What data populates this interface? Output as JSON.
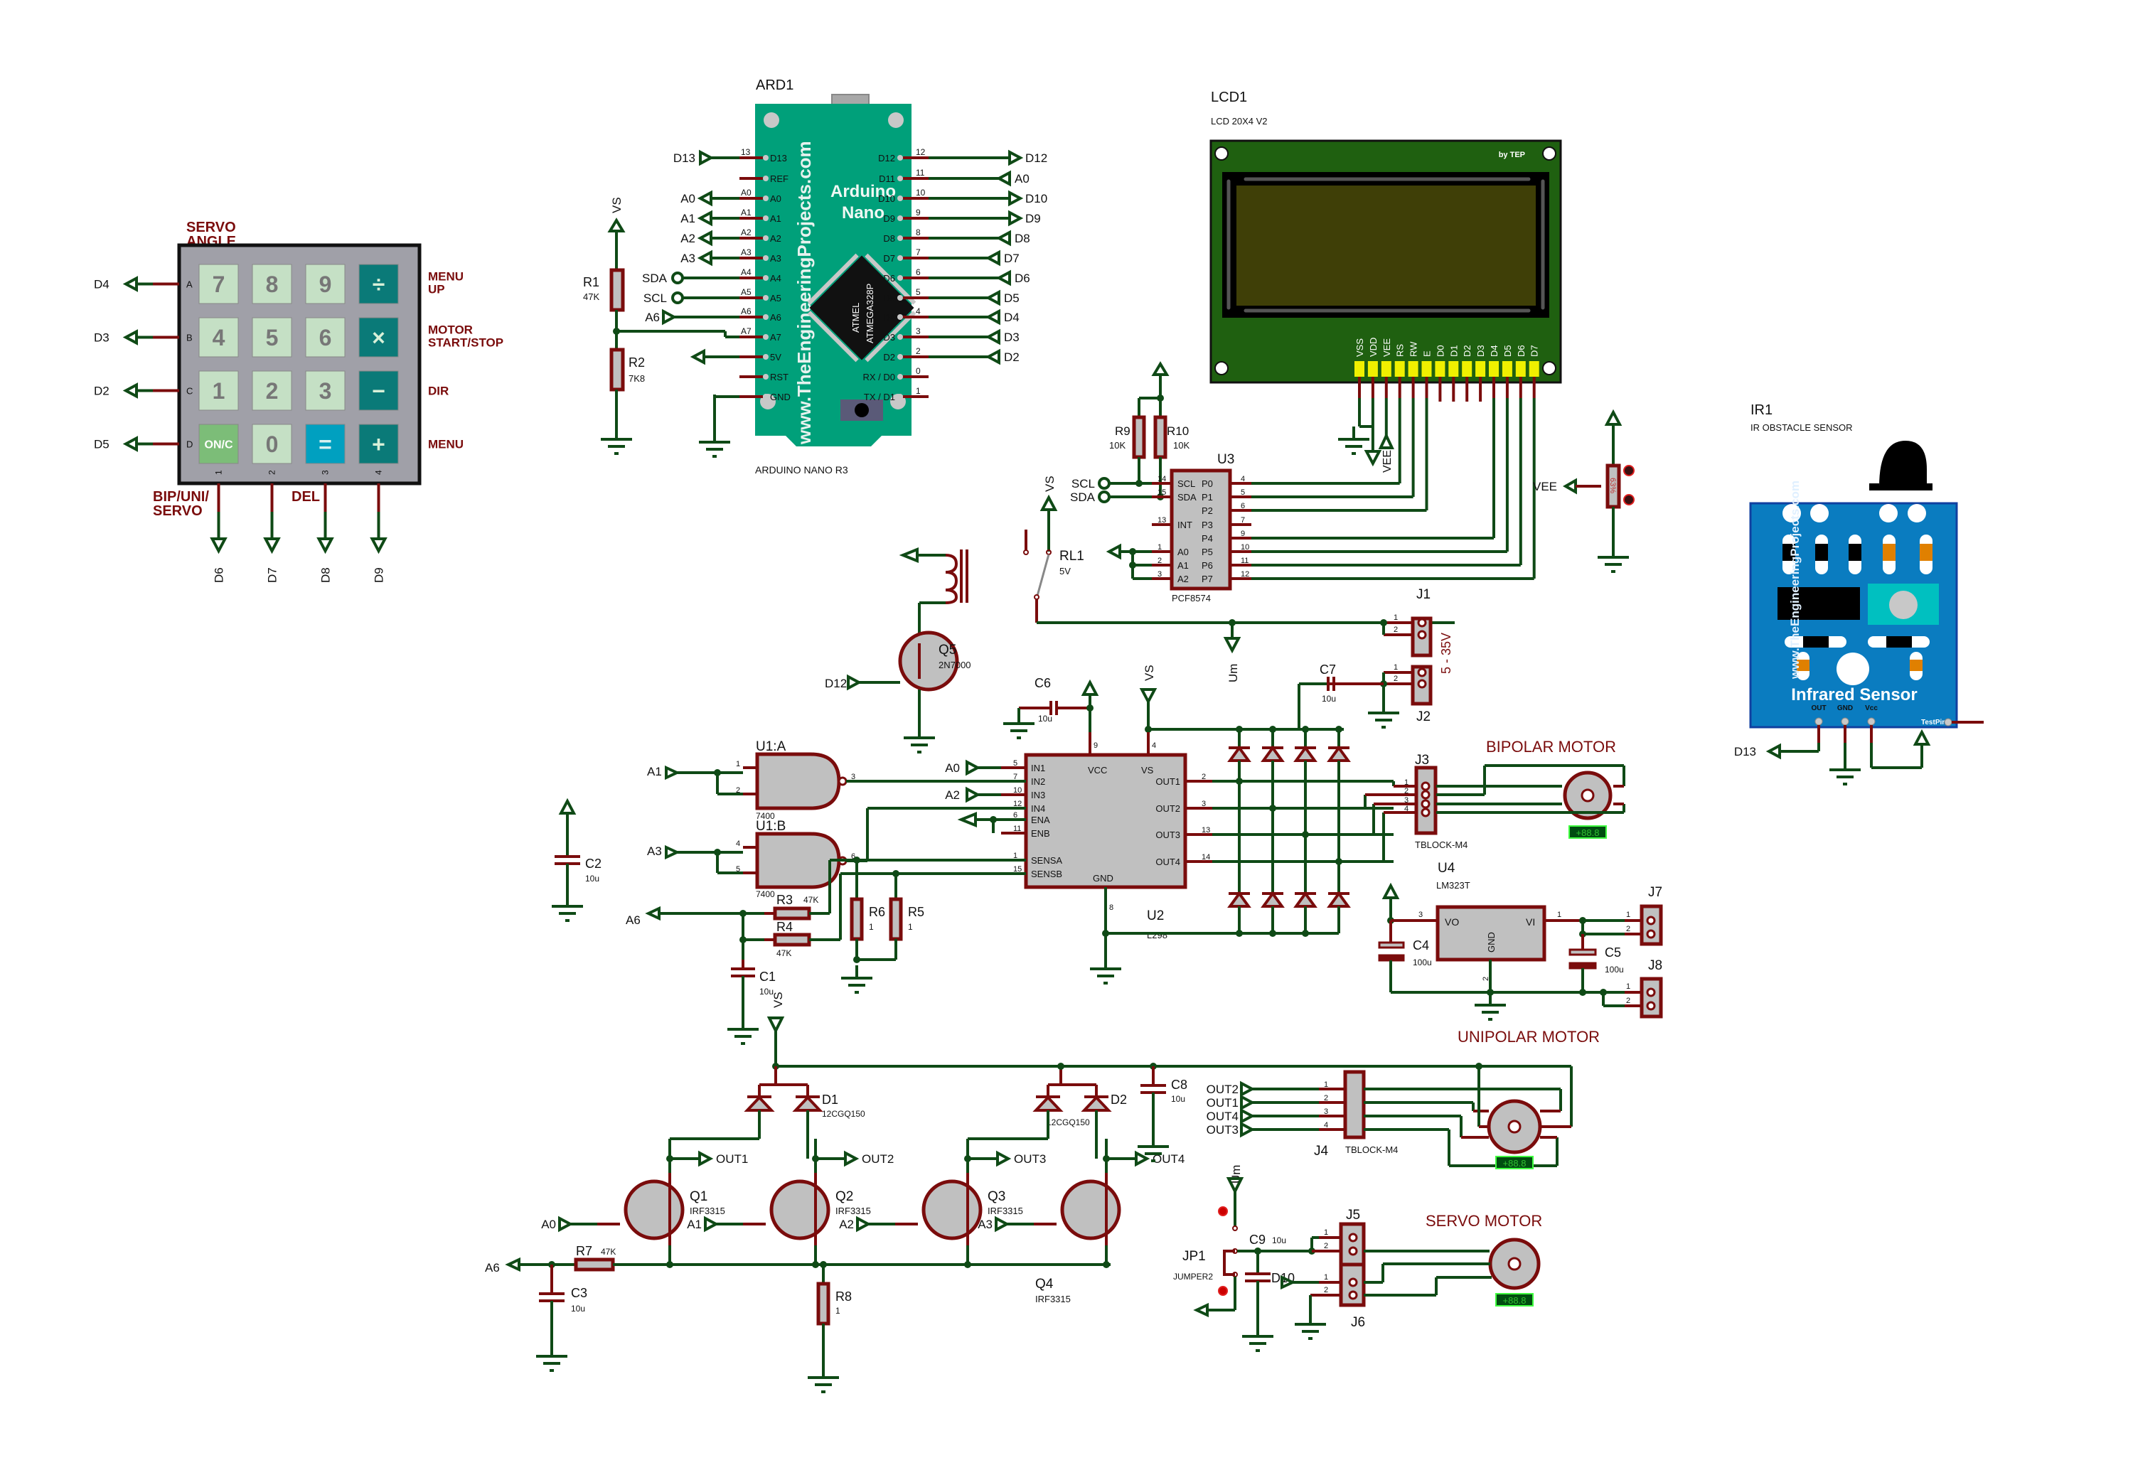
{
  "keypad": {
    "title_line1": "SERVO",
    "title_line2": "ANGLE",
    "rows": [
      "A",
      "B",
      "C",
      "D"
    ],
    "cols": [
      "1",
      "2",
      "3",
      "4"
    ],
    "keys": [
      [
        "7",
        "8",
        "9",
        "÷"
      ],
      [
        "4",
        "5",
        "6",
        "×"
      ],
      [
        "1",
        "2",
        "3",
        "−"
      ],
      [
        "ON/C",
        "0",
        "=",
        "+"
      ]
    ],
    "row_nets": [
      "D4",
      "D3",
      "D2",
      "D5"
    ],
    "col_nets": [
      "D6",
      "D7",
      "D8",
      "D9"
    ],
    "labels_right": [
      [
        "MENU",
        "UP"
      ],
      [
        "MOTOR",
        "START/STOP"
      ],
      [
        "DIR",
        ""
      ],
      [
        "MENU",
        ""
      ]
    ],
    "label_bip_1": "BIP/UNI/",
    "label_bip_2": "SERVO",
    "label_del": "DEL",
    "colors": {
      "key_light": "#c5e0c5",
      "key_dark": "#0a7a78",
      "key_green": "#7cbd78",
      "key_blue": "#00a0c0",
      "body": "#a0a0a8"
    }
  },
  "arduino": {
    "ref": "ARD1",
    "name_line1": "Arduino",
    "name_line2": "Nano",
    "model": "ARDUINO NANO R3",
    "watermark": "www.TheEngineeringProjects.com",
    "chip_line1": "ATMEL",
    "chip_line2": "ATMEGA328P",
    "left_pins": [
      {
        "pin": "D13",
        "num": "13",
        "net": "D13"
      },
      {
        "pin": "REF",
        "num": "",
        "net": ""
      },
      {
        "pin": "A0",
        "num": "A0",
        "net": "A0"
      },
      {
        "pin": "A1",
        "num": "A1",
        "net": "A1"
      },
      {
        "pin": "A2",
        "num": "A2",
        "net": "A2"
      },
      {
        "pin": "A3",
        "num": "A3",
        "net": "A3"
      },
      {
        "pin": "A4",
        "num": "A4",
        "net": "SDA"
      },
      {
        "pin": "A5",
        "num": "A5",
        "net": "SCL"
      },
      {
        "pin": "A6",
        "num": "A6",
        "net": "A6"
      },
      {
        "pin": "A7",
        "num": "A7",
        "net": ""
      },
      {
        "pin": "5V",
        "num": "",
        "net": ""
      },
      {
        "pin": "RST",
        "num": "",
        "net": ""
      },
      {
        "pin": "GND",
        "num": "",
        "net": ""
      }
    ],
    "right_pins": [
      {
        "pin": "D12",
        "num": "12",
        "net": "D12"
      },
      {
        "pin": "D11",
        "num": "11",
        "net": "A0"
      },
      {
        "pin": "D10",
        "num": "10",
        "net": "D10"
      },
      {
        "pin": "D9",
        "num": "9",
        "net": "D9"
      },
      {
        "pin": "D8",
        "num": "8",
        "net": "D8"
      },
      {
        "pin": "D7",
        "num": "7",
        "net": "D7"
      },
      {
        "pin": "D6",
        "num": "6",
        "net": "D6"
      },
      {
        "pin": "D5",
        "num": "5",
        "net": "D5"
      },
      {
        "pin": "D4",
        "num": "4",
        "net": "D4"
      },
      {
        "pin": "D3",
        "num": "3",
        "net": "D3"
      },
      {
        "pin": "D2",
        "num": "2",
        "net": "D2"
      },
      {
        "pin": "RX / D0",
        "num": "0",
        "net": ""
      },
      {
        "pin": "TX /  D1",
        "num": "1",
        "net": ""
      }
    ],
    "color": "#00a07a"
  },
  "divider": {
    "vs": "VS",
    "r1_ref": "R1",
    "r1_val": "47K",
    "r2_ref": "R2",
    "r2_val": "7K8"
  },
  "lcd": {
    "ref": "LCD1",
    "model": "LCD 20X4 V2",
    "brand": "by TEP",
    "pins": [
      "VSS",
      "VDD",
      "VEE",
      "RS",
      "RW",
      "E",
      "D0",
      "D1",
      "D2",
      "D3",
      "D4",
      "D5",
      "D6",
      "D7"
    ],
    "vee_label": "VEE"
  },
  "pcf": {
    "ref": "U3",
    "model": "PCF8574",
    "r9_ref": "R9",
    "r9_val": "10K",
    "r10_ref": "R10",
    "r10_val": "10K",
    "left": [
      {
        "name": "SCL",
        "num": "14",
        "net": "SCL"
      },
      {
        "name": "SDA",
        "num": "15",
        "net": "SDA"
      },
      {
        "name": "INT",
        "num": "13",
        "net": ""
      },
      {
        "name": "A0",
        "num": "1",
        "net": ""
      },
      {
        "name": "A1",
        "num": "2",
        "net": ""
      },
      {
        "name": "A2",
        "num": "3",
        "net": ""
      }
    ],
    "right": [
      {
        "name": "P0",
        "num": "4"
      },
      {
        "name": "P1",
        "num": "5"
      },
      {
        "name": "P2",
        "num": "6"
      },
      {
        "name": "P3",
        "num": "7"
      },
      {
        "name": "P4",
        "num": "9"
      },
      {
        "name": "P5",
        "num": "10"
      },
      {
        "name": "P6",
        "num": "11"
      },
      {
        "name": "P7",
        "num": "12"
      }
    ]
  },
  "pot": {
    "label": "VEE",
    "value_percent": 63
  },
  "ir": {
    "ref": "IR1",
    "model": "IR OBSTACLE SENSOR",
    "watermark": "www.TheEngineeringProjects.com",
    "title": "Infrared Sensor",
    "pins": [
      "OUT",
      "GND",
      "Vcc"
    ],
    "testpin": "TestPin",
    "out_net": "D13",
    "color": "#0a7cc0"
  },
  "relay": {
    "vs": "VS",
    "ref": "RL1",
    "val": "5V",
    "q5_ref": "Q5",
    "q5_val": "2N7000",
    "gate_net": "D12"
  },
  "power_in": {
    "j1": "J1",
    "j2": "J2",
    "range": "5 - 35V",
    "um": "Um",
    "c6_ref": "C6",
    "c6_val": "10u",
    "c7_ref": "C7",
    "c7_val": "10u",
    "vs": "VS"
  },
  "l298": {
    "ref": "U2",
    "model": "L298",
    "left": [
      {
        "name": "IN1",
        "num": "5",
        "net": "A0"
      },
      {
        "name": "IN2",
        "num": "7",
        "net": ""
      },
      {
        "name": "IN3",
        "num": "10",
        "net": "A2"
      },
      {
        "name": "IN4",
        "num": "12",
        "net": ""
      },
      {
        "name": "ENA",
        "num": "6",
        "net": ""
      },
      {
        "name": "ENB",
        "num": "11",
        "net": ""
      },
      {
        "name": "SENSA",
        "num": "1",
        "net": ""
      },
      {
        "name": "SENSB",
        "num": "15",
        "net": ""
      }
    ],
    "right": [
      {
        "name": "OUT1",
        "num": "2"
      },
      {
        "name": "OUT2",
        "num": "3"
      },
      {
        "name": "OUT3",
        "num": "13"
      },
      {
        "name": "OUT4",
        "num": "14"
      }
    ],
    "top": [
      {
        "name": "VCC",
        "num": "9"
      },
      {
        "name": "VS",
        "num": "4"
      }
    ],
    "gnd": {
      "name": "GND",
      "num": "8"
    }
  },
  "nand": {
    "a_ref": "U1:A",
    "b_ref": "U1:B",
    "model": "7400",
    "a_in": "A1",
    "b_in": "A3",
    "a_pins": [
      "1",
      "2",
      "3"
    ],
    "b_pins": [
      "4",
      "5",
      "6"
    ]
  },
  "sense": {
    "r3_ref": "R3",
    "r3_val": "47K",
    "r4_ref": "R4",
    "r4_val": "47K",
    "r5_ref": "R5",
    "r5_val": "1",
    "r6_ref": "R6",
    "r6_val": "1",
    "c1_ref": "C1",
    "c1_val": "10u",
    "c2_ref": "C2",
    "c2_val": "10u",
    "a6": "A6",
    "vs": "VS"
  },
  "bipolar": {
    "title": "BIPOLAR MOTOR",
    "j3": "J3",
    "tblock": "TBLOCK-M4",
    "pins": [
      "1",
      "2",
      "3",
      "4"
    ],
    "display": "+88.8"
  },
  "regulator": {
    "ref": "U4",
    "model": "LM323T",
    "vo": "VO",
    "vi": "VI",
    "gnd": "GND",
    "pin_vo": "3",
    "pin_vi": "1",
    "pin_gnd": "2",
    "c4_ref": "C4",
    "c4_val": "100u",
    "c5_ref": "C5",
    "c5_val": "100u",
    "j7": "J7",
    "j8": "J8"
  },
  "unipolar": {
    "title": "UNIPOLAR MOTOR",
    "d1_ref": "D1",
    "d1_val": "12CGQ150",
    "d2_ref": "D2",
    "d2_val": "12CGQ150",
    "c8_ref": "C8",
    "c8_val": "10u",
    "q": [
      {
        "ref": "Q1",
        "val": "IRF3315",
        "gate": "A0",
        "out": "OUT1"
      },
      {
        "ref": "Q2",
        "val": "IRF3315",
        "gate": "A1",
        "out": "OUT2"
      },
      {
        "ref": "Q3",
        "val": "IRF3315",
        "gate": "A2",
        "out": "OUT3"
      },
      {
        "ref": "Q4",
        "val": "IRF3315",
        "gate": "A3",
        "out": "OUT4"
      }
    ],
    "r7_ref": "R7",
    "r7_val": "47K",
    "r8_ref": "R8",
    "r8_val": "1",
    "c3_ref": "C3",
    "c3_val": "10u",
    "a6": "A6",
    "vs": "VS",
    "j4": "J4",
    "tblock": "TBLOCK-M4",
    "j4_nets": [
      "OUT2",
      "OUT1",
      "OUT4",
      "OUT3"
    ],
    "pins": [
      "1",
      "2",
      "3",
      "4"
    ],
    "display": "+88.8"
  },
  "servo": {
    "title": "SERVO MOTOR",
    "jp1_ref": "JP1",
    "jp1_val": "JUMPER2",
    "c9_ref": "C9",
    "c9_val": "10u",
    "signal": "D10",
    "um": "Um",
    "j5": "J5",
    "j6": "J6",
    "pins": [
      "1",
      "2"
    ],
    "display": "+88.8"
  }
}
